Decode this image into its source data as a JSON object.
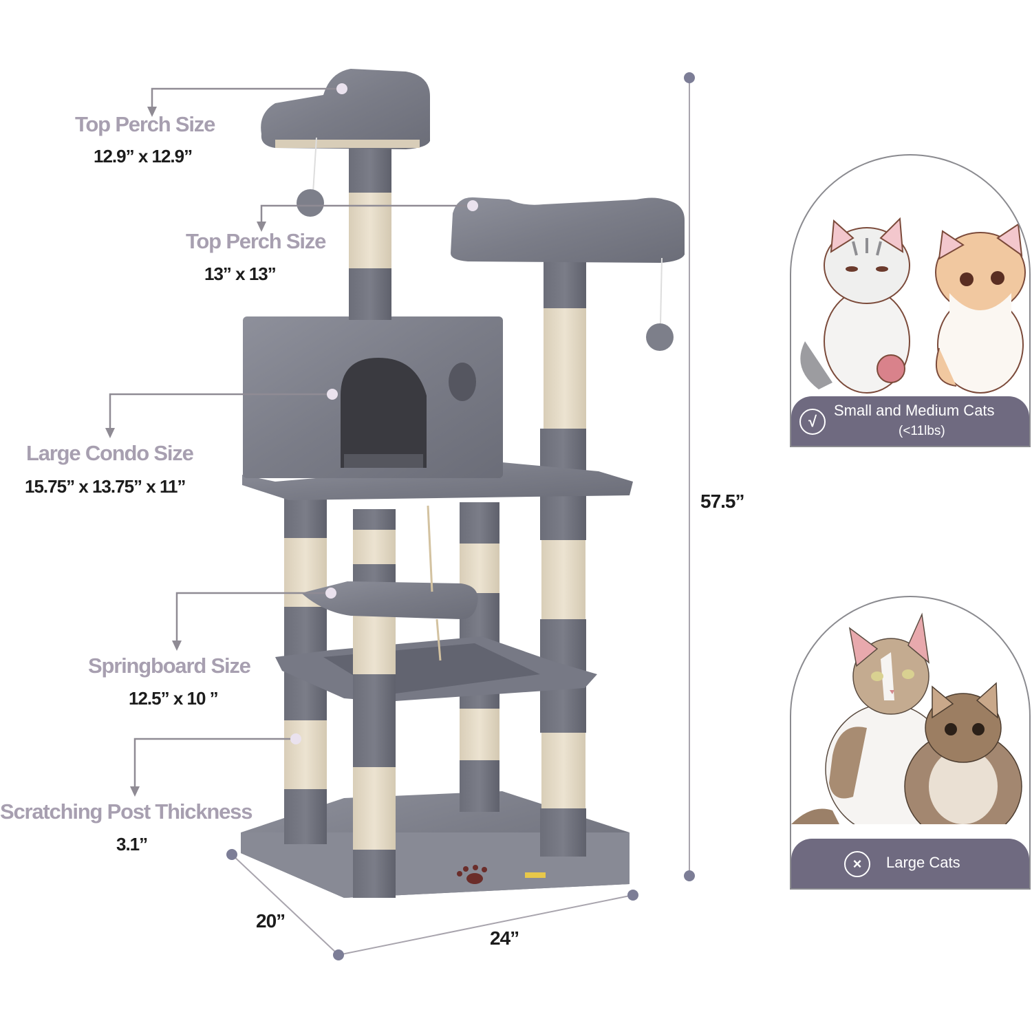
{
  "annotations": [
    {
      "id": "top-perch-1",
      "title": "Top Perch Size",
      "value": "12.9” x 12.9”"
    },
    {
      "id": "top-perch-2",
      "title": "Top Perch Size",
      "value": "13” x 13”"
    },
    {
      "id": "large-condo",
      "title": "Large Condo Size",
      "value": "15.75” x 13.75” x 11”"
    },
    {
      "id": "springboard",
      "title": "Springboard Size",
      "value": "12.5” x 10 ”"
    },
    {
      "id": "post-thickness",
      "title": "Scratching Post Thickness",
      "value": "3.1”"
    }
  ],
  "dimensions": {
    "height": "57.5”",
    "depth": "20”",
    "width": "24”"
  },
  "suitability": [
    {
      "status": "suitable",
      "icon": "check-circle-icon",
      "glyph": "√",
      "label": "Small and Medium Cats",
      "sublabel": "(<11lbs)"
    },
    {
      "status": "not-suitable",
      "icon": "x-circle-icon",
      "glyph": "×",
      "label": "Large Cats",
      "sublabel": ""
    }
  ],
  "colors": {
    "label_title": "#a79fb0",
    "label_value": "#1c1c1c",
    "plush_gray": "#7d7f8a",
    "plush_dark": "#5f616c",
    "sisal": "#e6dcc8",
    "panel_footer": "#6f6a80",
    "dimension_dot": "#7c7d96",
    "marker_dot": "#eae2ee"
  }
}
